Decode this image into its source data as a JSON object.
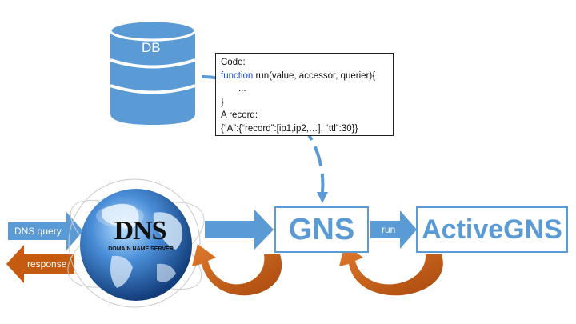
{
  "db": {
    "label": "DB"
  },
  "code_box": {
    "line1": "Code:",
    "keyword": "function",
    "line2_rest": " run(value, accessor, querier){",
    "line3": "...",
    "line4": "}",
    "line5": "A record:",
    "line6": "{“A”:{“record”:[ip1,ip2,…], “ttl”:30}}"
  },
  "globe": {
    "title": "DNS",
    "subtitle": "DOMAIN NAME SERVER"
  },
  "dns_query": {
    "label": "DNS query"
  },
  "response": {
    "label": "response"
  },
  "gns": {
    "label": "GNS"
  },
  "run_arrow": {
    "label": "run"
  },
  "active_gns": {
    "label": "ActiveGNS"
  },
  "colors": {
    "blue": "#5b9bd5",
    "orange": "#c55a11",
    "dark_blue": "#1f4fd1"
  }
}
